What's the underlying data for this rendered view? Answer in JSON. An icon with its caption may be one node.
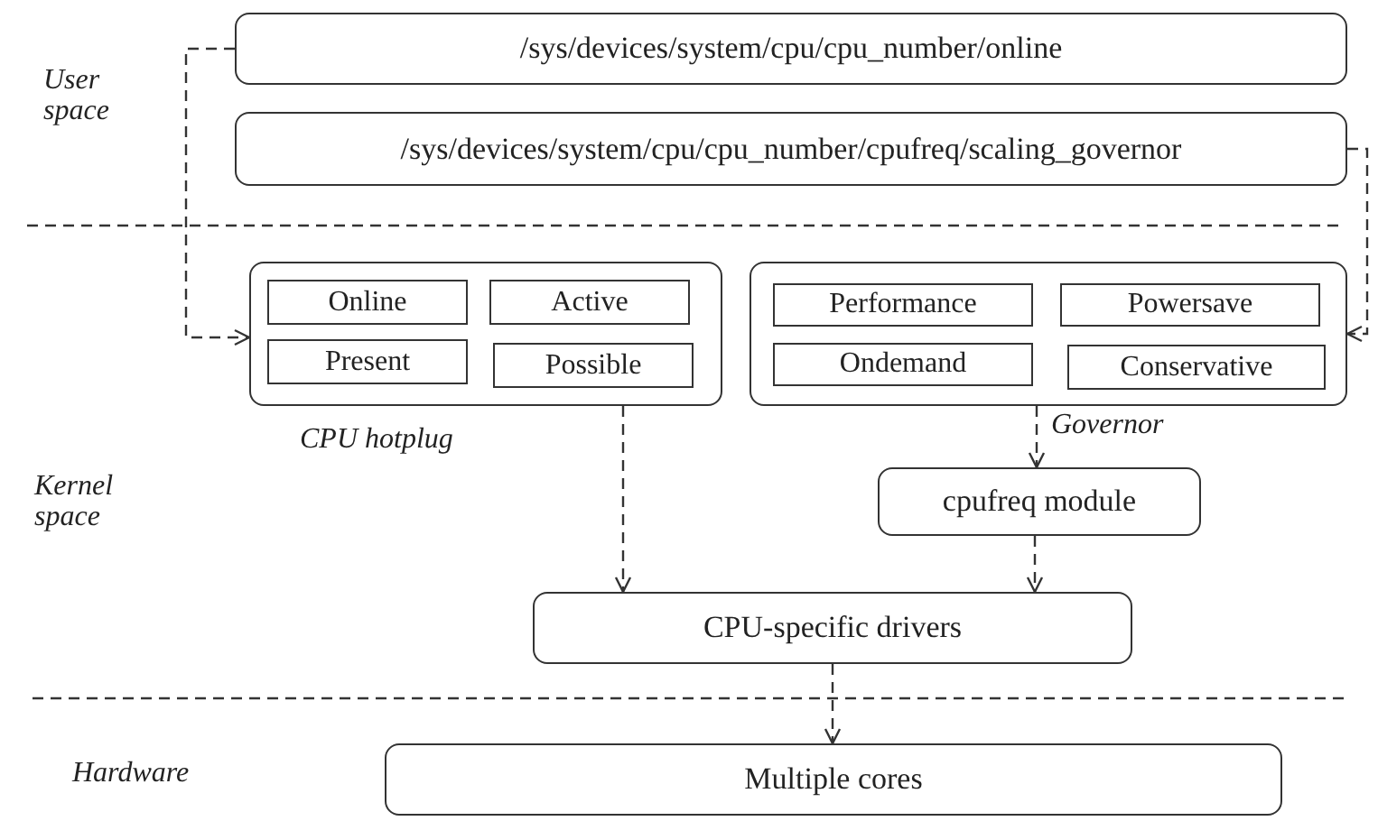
{
  "diagram": {
    "nodes": [
      {
        "text": [
          "/sys/devices/system/cpu/cpu_number/online"
        ]
      },
      {
        "text": [
          "/sys/devices/system/cpu/cpu_number/cpufreq/scaling_governor"
        ]
      },
      {
        "text": [],
        "shape": "box",
        "beside": [
          "CPU hotplug"
        ]
      },
      {
        "text": [
          "Online"
        ],
        "in": 2
      },
      {
        "text": [
          "Active"
        ],
        "in": 2
      },
      {
        "text": [
          "Present"
        ],
        "in": 2
      },
      {
        "text": [
          "Possible"
        ],
        "in": 2
      },
      {
        "text": [],
        "shape": "box",
        "beside": [
          "Governor"
        ]
      },
      {
        "text": [
          "Performance"
        ],
        "in": 7
      },
      {
        "text": [
          "Powersave"
        ],
        "in": 7
      },
      {
        "text": [
          "Ondemand"
        ],
        "in": 7
      },
      {
        "text": [
          "Conservative"
        ],
        "in": 7
      },
      {
        "text": [
          "cpufreq module"
        ]
      },
      {
        "text": [
          "CPU-specific drivers"
        ]
      },
      {
        "text": [
          "Multiple cores"
        ]
      }
    ],
    "edges": [
      {
        "from": 0,
        "to": 2,
        "arrow": "to",
        "style": "dashed"
      },
      {
        "from": 1,
        "to": 7,
        "arrow": "to",
        "style": "dashed"
      },
      {
        "from": 2,
        "to": 13,
        "arrow": "to",
        "style": "dashed"
      },
      {
        "from": 7,
        "to": 12,
        "arrow": "to",
        "style": "dashed"
      },
      {
        "from": 12,
        "to": 13,
        "arrow": "to",
        "style": "dashed"
      },
      {
        "from": 13,
        "to": 14,
        "arrow": "to",
        "style": "dashed"
      }
    ],
    "labels": [
      "User space",
      "Kernel space",
      "Hardware"
    ]
  }
}
